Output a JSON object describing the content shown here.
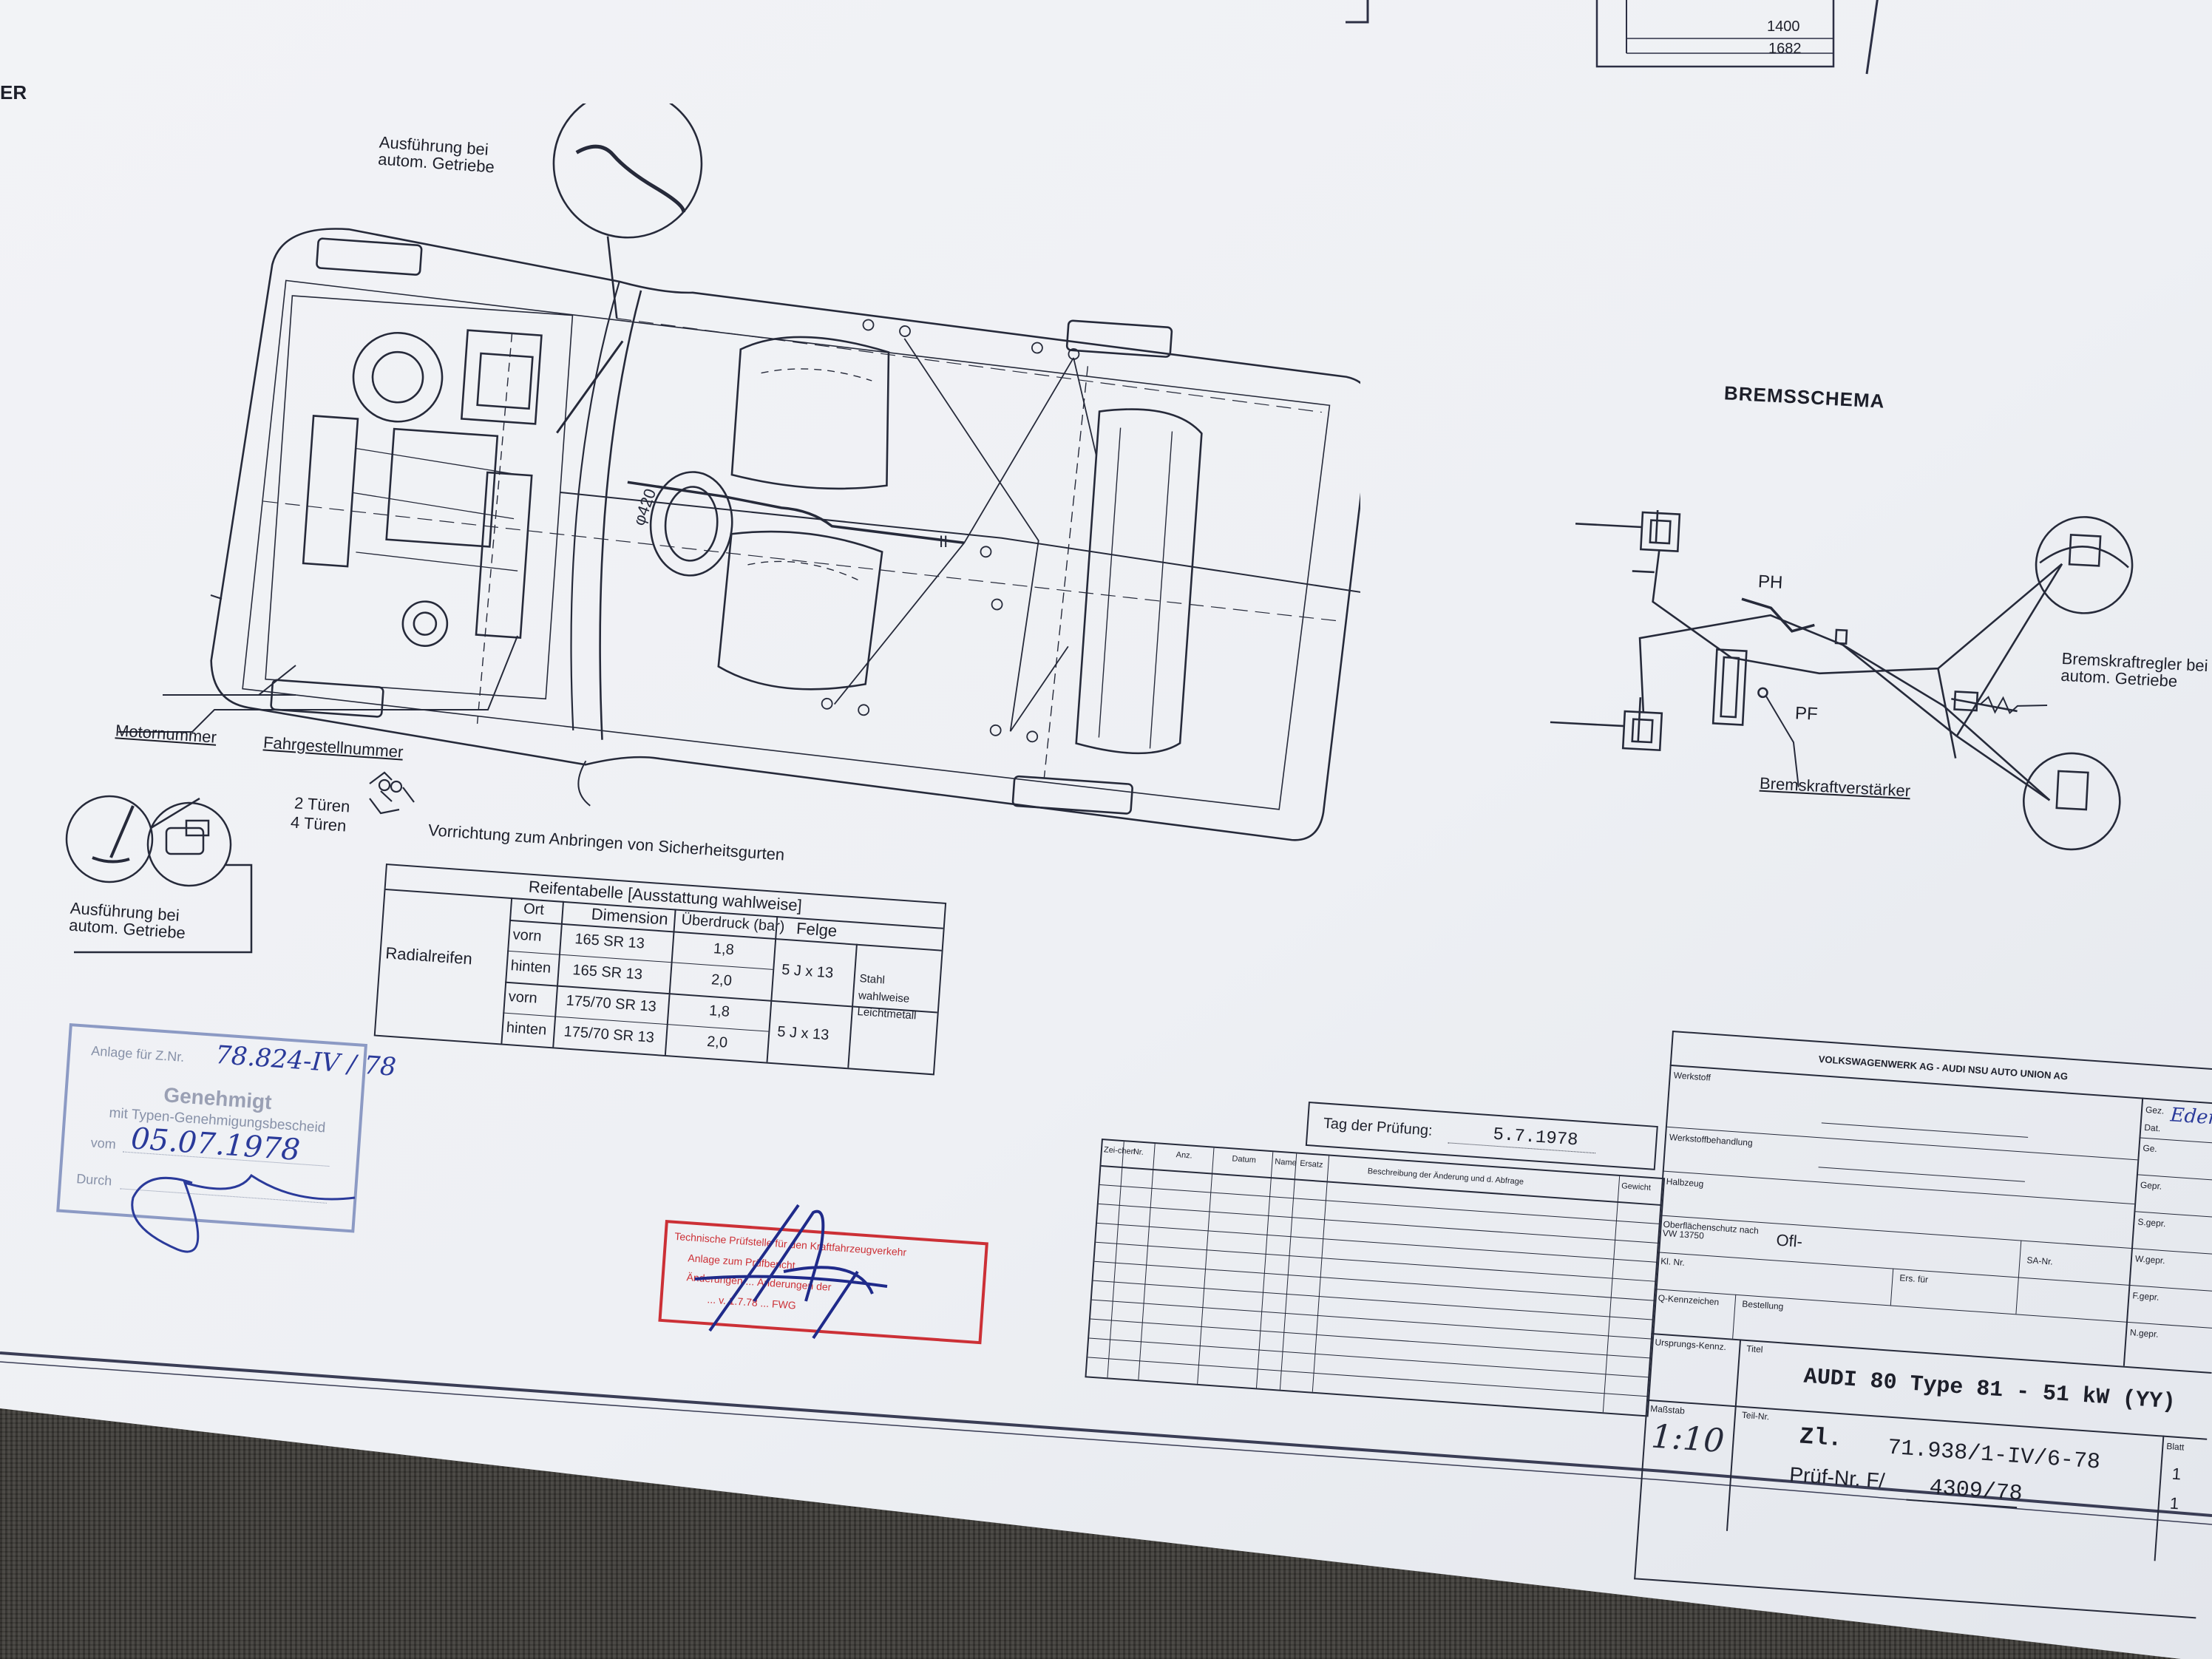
{
  "corner_top_left": "ER",
  "dim_top_1": "1400",
  "dim_top_2": "1682",
  "car": {
    "label_auto_gearbox_top": [
      "Ausführung bei",
      "autom. Getriebe"
    ],
    "label_motor_number": "Motornummer",
    "label_chassis_number": "Fahrgestellnummer",
    "label_doors_2": "2 Türen",
    "label_doors_4": "4 Türen",
    "label_seatbelt": "Vorrichtung zum Anbringen von Sicherheitsgurten",
    "label_auto_gearbox_bottom": [
      "Ausführung bei",
      "autom. Getriebe"
    ],
    "phi_label": "φ420",
    "roman_label": "II"
  },
  "tire_table": {
    "title": "Reifentabelle [Ausstattung wahlweise]",
    "headers": [
      "Ort",
      "Dimension",
      "Überdruck (bar)",
      "Felge"
    ],
    "row_group": "Radialreifen",
    "rows": [
      [
        "vorn",
        "165 SR 13",
        "1,8"
      ],
      [
        "hinten",
        "165 SR 13",
        "2,0"
      ],
      [
        "vorn",
        "175/70 SR 13",
        "1,8"
      ],
      [
        "hinten",
        "175/70 SR 13",
        "2,0"
      ]
    ],
    "rims": [
      "5 J x 13",
      "5 J x 13"
    ],
    "rim_note": [
      "Stahl",
      "wahlweise",
      "Leichtmetall"
    ]
  },
  "brake": {
    "title": "BREMSSCHEMA",
    "label_ph": "PH",
    "label_pf": "PF",
    "label_regulator": [
      "Bremskraftregler bei",
      "autom. Getriebe"
    ],
    "label_booster": "Bremskraftverstärker"
  },
  "approval_stamp": {
    "line1_prefix": "Anlage für Z.Nr.",
    "line1_value": "78.824-IV / 78",
    "line2": "Genehmigt",
    "line3": "mit Typen-Genehmigungsbescheid",
    "line4_prefix": "vom",
    "line4_value": "05.07.1978",
    "line5": "Durch"
  },
  "red_stamp": {
    "lines": [
      "Technische Prüfstelle für den Kraftfahrzeugverkehr",
      "Anlage zum Prüfbericht",
      "Änderungen ... Änderungen der",
      "...  v. 1.7.78 ... FWG"
    ]
  },
  "test_date": {
    "label": "Tag der Prüfung:",
    "value": "5.7.1978"
  },
  "revision_table": {
    "headers": [
      "Zei-chen",
      "Nr.",
      "Anz.",
      "Datum",
      "Name",
      "Ersatz",
      "Beschreibung der Änderung und d. Abfrage",
      "Gewicht"
    ],
    "row_count": 11
  },
  "title_block": {
    "company": "VOLKSWAGENWERK AG - AUDI NSU AUTO UNION AG",
    "f_werkstoff": "Werkstoff",
    "f_behandlung": "Werkstoffbehandlung",
    "f_halbzeug": "Halbzeug",
    "f_oberflaeche": "Oberflächenschutz nach VW 13750",
    "v_oberflaeche": "Ofl-",
    "f_kl": "Kl. Nr.",
    "f_ers": "Ers. für",
    "f_kennz": "Q-Kennzeichen",
    "f_bestell": "Bestellung",
    "f_saint": "SA-Nr.",
    "f_gezeichnet": "Gez.",
    "v_gezeichnet": "Eden",
    "f_dat": "Dat.",
    "f_ge": "Ge.",
    "f_gepr": "Gepr.",
    "f_sgepr": "S.gepr.",
    "f_wgepr": "W.gepr.",
    "f_fgepr": "F.gepr.",
    "f_ngepr": "N.gepr.",
    "f_werkst": "Ursprungs-Kennz.",
    "f_masstab": "Maßstab",
    "v_masstab": "1:10",
    "f_teil": "Teil-Nr.",
    "f_titel": "Titel",
    "title": "AUDI 80 Type 81 - 51 kW (YY)",
    "zl_label": "Zl.",
    "zl_value": "71.938/1-IV/6-78",
    "pruef_label": "Prüf-Nr. F/",
    "pruef_value": "4309/78",
    "f_blatt": "Blatt",
    "v_blatt": "1",
    "v_von": "1"
  }
}
